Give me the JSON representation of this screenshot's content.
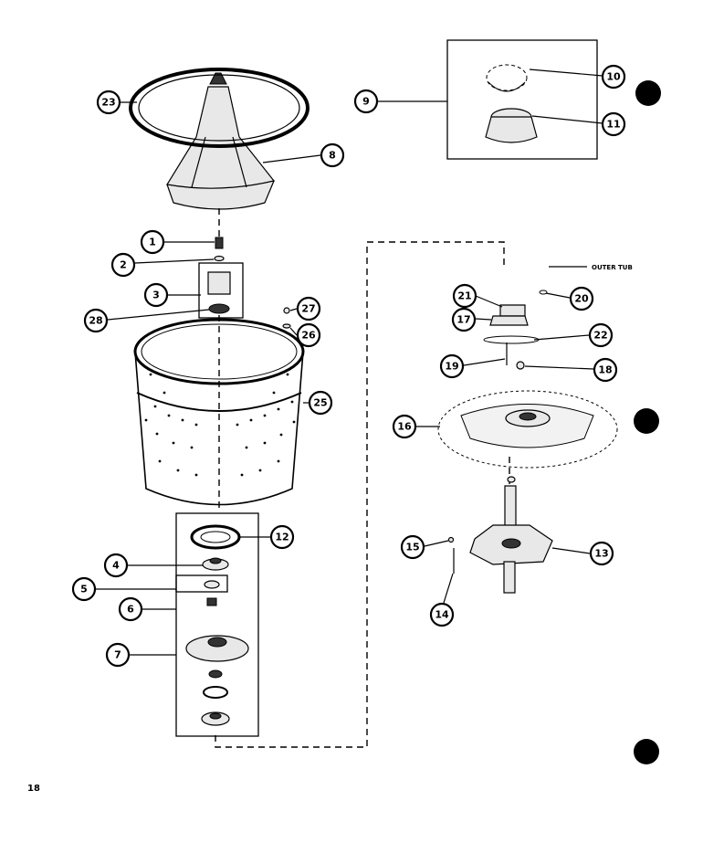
{
  "page_number": "18",
  "outer_tub_label": "OUTER TUB",
  "callouts": [
    "23",
    "8",
    "9",
    "10",
    "11",
    "1",
    "2",
    "3",
    "28",
    "27",
    "26",
    "25",
    "12",
    "4",
    "5",
    "6",
    "7",
    "21",
    "20",
    "17",
    "22",
    "19",
    "18",
    "16",
    "15",
    "13",
    "14"
  ]
}
